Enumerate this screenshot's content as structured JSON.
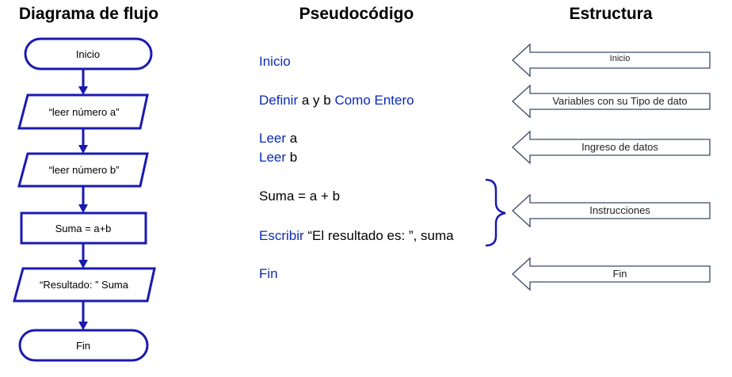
{
  "headings": {
    "flowchart": "Diagrama de flujo",
    "pseudocode": "Pseudocódigo",
    "structure": "Estructura"
  },
  "flowchart": {
    "start": "Inicio",
    "read_a": "“leer número a”",
    "read_b": "“leer número b”",
    "process": "Suma = a+b",
    "output": "“Resultado: ” Suma",
    "end": "Fin"
  },
  "pseudocode": {
    "inicio": "Inicio",
    "definir_kw": "Definir",
    "definir_mid": " a y b ",
    "como_entero_kw": "Como Entero",
    "leer1_kw": "Leer",
    "leer1_var": " a",
    "leer2_kw": "Leer",
    "leer2_var": " b",
    "suma": "Suma = a + b",
    "escribir_kw": "Escribir",
    "escribir_rest": " “El resultado es: ”, suma",
    "fin": "Fin"
  },
  "structure": {
    "inicio": "Inicio",
    "variables": "Variables con su Tipo de dato",
    "ingreso": "Ingreso de datos",
    "instrucciones": "Instrucciones",
    "fin": "Fin"
  },
  "colors": {
    "flow_stroke": "#1a1ab0",
    "keyword": "#0a2bb5",
    "arrow_stroke": "#3b4a66"
  }
}
